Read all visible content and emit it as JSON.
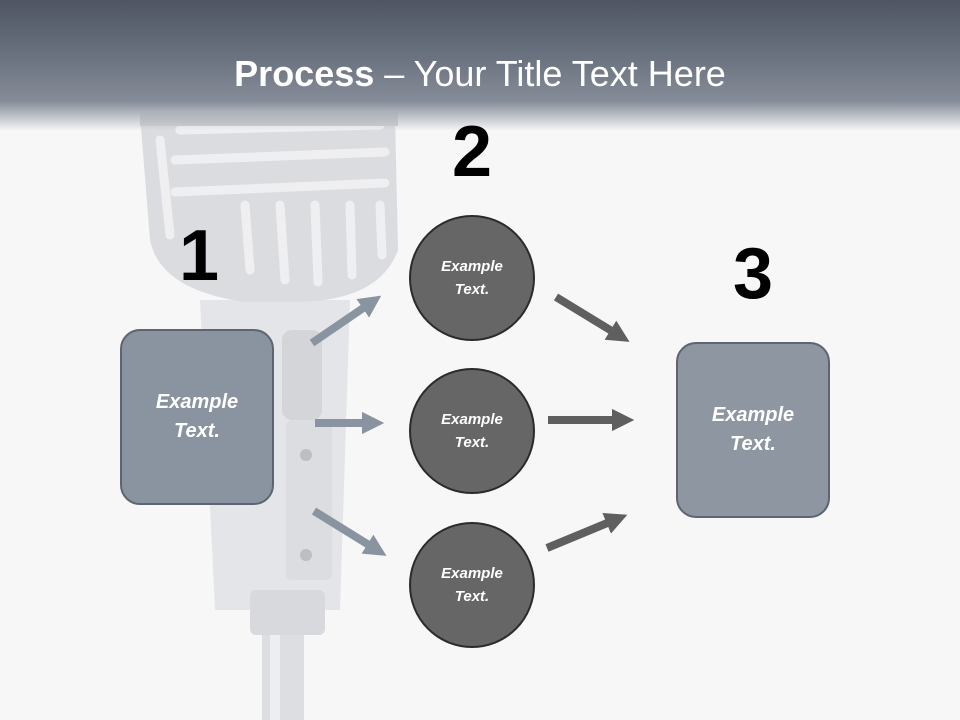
{
  "title": {
    "bold": "Process",
    "rest": " – Your Title Text Here"
  },
  "steps": {
    "one": "1",
    "two": "2",
    "three": "3"
  },
  "boxes": {
    "left": [
      "Example",
      "Text."
    ],
    "right": [
      "Example",
      "Text."
    ]
  },
  "circles": [
    [
      "Example",
      "Text."
    ],
    [
      "Example",
      "Text."
    ],
    [
      "Example",
      "Text."
    ]
  ],
  "colors": {
    "header_dark": "#4f5563",
    "box_fill": "#8a93a0",
    "circle_fill": "#666666",
    "arrow_light": "#8a93a0",
    "arrow_dark": "#5f5f5f"
  }
}
